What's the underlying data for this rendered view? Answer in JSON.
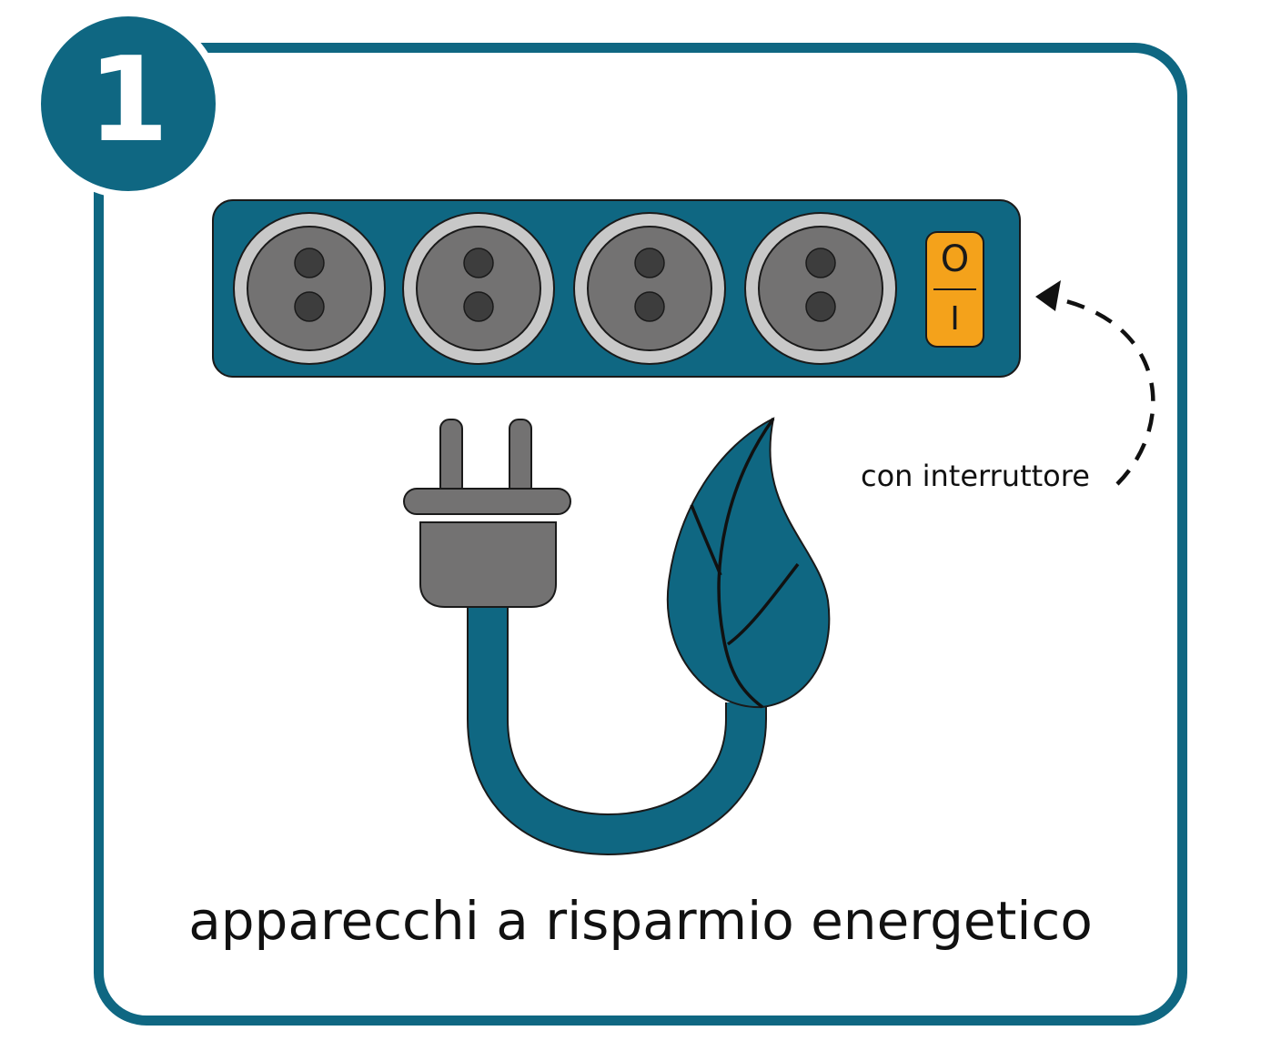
{
  "badge": {
    "number": "1"
  },
  "labels": {
    "switch_caption": "con interruttore",
    "main_caption": "apparecchi a risparmio energetico"
  },
  "switch": {
    "off_symbol": "O",
    "on_symbol": "I"
  },
  "icons": [
    "power-strip-icon",
    "socket-icon",
    "power-switch-icon",
    "plug-icon",
    "cable-icon",
    "leaf-icon",
    "dashed-arrow-icon"
  ],
  "colors": {
    "primary_teal": "#0f6782",
    "switch_orange": "#f4a21b",
    "socket_ring": "#c8c8c8",
    "socket_face": "#737272",
    "socket_hole": "#3d3d3d",
    "plug_gray": "#737272",
    "text": "#111111"
  }
}
